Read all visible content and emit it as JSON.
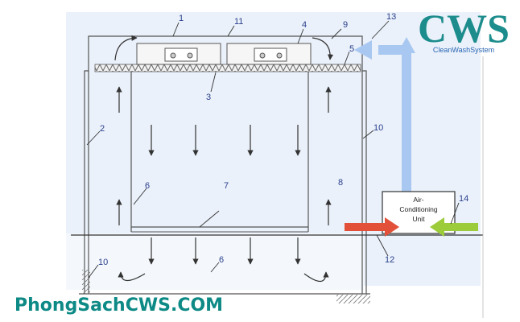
{
  "diagram": {
    "labels": [
      "1",
      "11",
      "4",
      "9",
      "13",
      "5",
      "3",
      "2",
      "10",
      "7",
      "8",
      "6",
      "14",
      "12",
      "6",
      "10"
    ],
    "ac_unit": {
      "lines": [
        "Air-",
        "Conditioning",
        "Unit"
      ]
    }
  },
  "brand": {
    "logo_text": "CWS",
    "logo_subtitle": "CleanWashSystem",
    "website": "PhongSachCWS.COM"
  },
  "colors": {
    "structure_line": "#555555",
    "room_bg": "#eaf1fa",
    "supply_air_pipe": "#a9c8f1",
    "warm_arrow": "#e2503a",
    "fresh_air_arrow": "#9ccc3a",
    "label": "#2a3f8c",
    "brand": "#1c8c8c"
  }
}
